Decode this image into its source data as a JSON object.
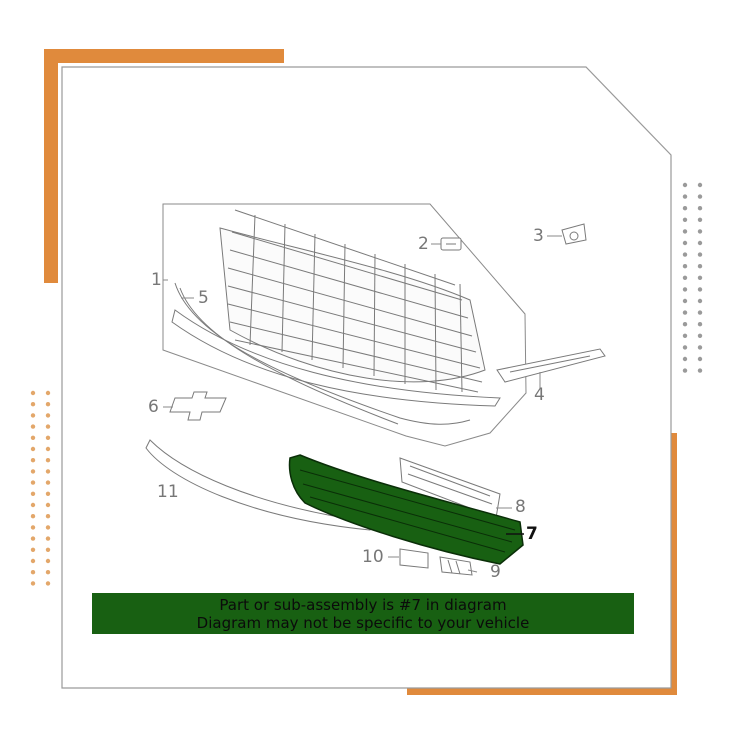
{
  "diagram": {
    "callouts": [
      {
        "id": "1",
        "label": "1"
      },
      {
        "id": "2",
        "label": "2"
      },
      {
        "id": "3",
        "label": "3"
      },
      {
        "id": "4",
        "label": "4"
      },
      {
        "id": "5",
        "label": "5"
      },
      {
        "id": "6",
        "label": "6"
      },
      {
        "id": "7",
        "label": "7"
      },
      {
        "id": "8",
        "label": "8"
      },
      {
        "id": "9",
        "label": "9"
      },
      {
        "id": "10",
        "label": "10"
      },
      {
        "id": "11",
        "label": "11"
      }
    ],
    "highlighted_part": "7",
    "highlight_color": "#186012",
    "accent_color": "#e08a3c",
    "dot_color": "#9a9a9a"
  },
  "banner": {
    "line1": "Part or sub-assembly is #7 in diagram",
    "line2": "Diagram may not be specific to your vehicle"
  }
}
